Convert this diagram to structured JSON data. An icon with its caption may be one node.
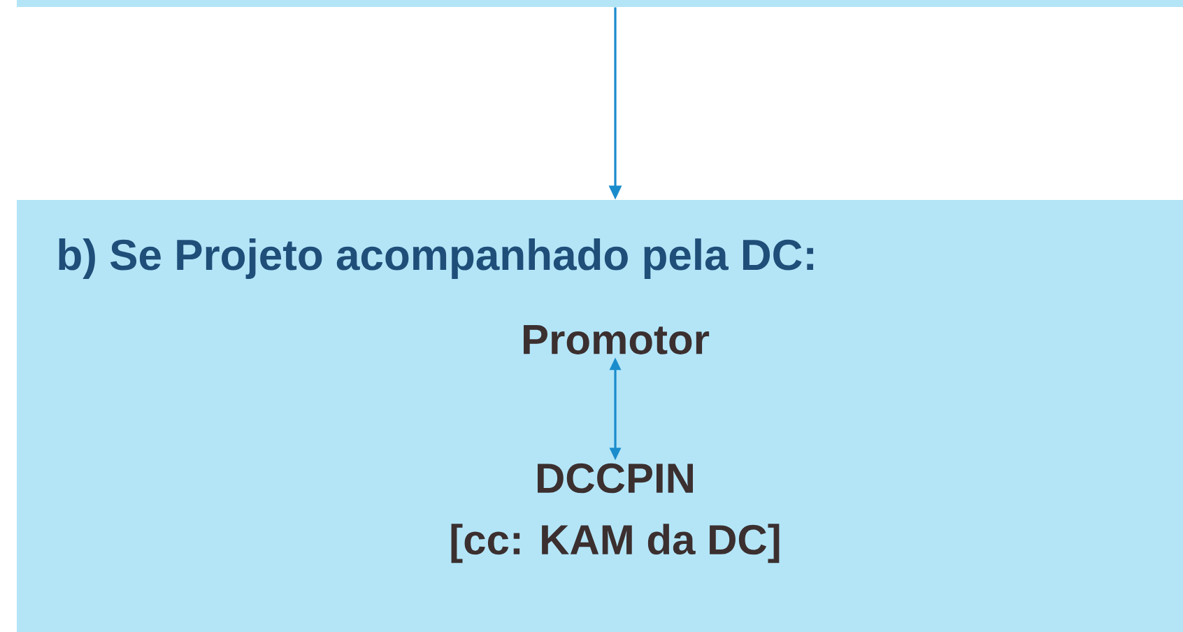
{
  "diagram": {
    "nodes": [
      {
        "text": [],
        "shape": "box"
      },
      {
        "text": [
          "b) Se Projeto acompanhado pela DC:"
        ]
      },
      {
        "text": [
          "Promotor"
        ],
        "in": 1
      },
      {
        "text": [
          "DCCPIN",
          "[cc: KAM da DC]"
        ],
        "in": 1
      }
    ],
    "edges": [
      {
        "from": 0,
        "to": 1,
        "arrow": "to"
      },
      {
        "from": 2,
        "to": 3,
        "arrow": "both"
      }
    ]
  }
}
